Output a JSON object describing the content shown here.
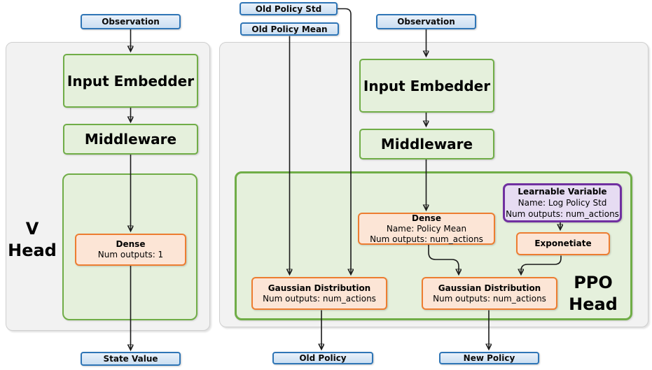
{
  "colors": {
    "green_border": "#70AD47",
    "green_fill": "#E5F0DC",
    "orange_border": "#ED7D31",
    "orange_fill": "#FCE5D6",
    "blue_border": "#2E75B6",
    "blue_fill": "#D9E7F6",
    "purple_border": "#7030A0",
    "purple_fill": "#E6DCF2",
    "panel_fill": "#F2F2F2",
    "wire": "#1a1a1a"
  },
  "v_head": {
    "label1": "V",
    "label2": "Head",
    "observation": "Observation",
    "input_embedder": "Input Embedder",
    "middleware": "Middleware",
    "dense": {
      "title": "Dense",
      "line2": "Num outputs: 1"
    },
    "output": "State Value"
  },
  "ppo_head": {
    "label1": "PPO",
    "label2": "Head",
    "old_policy_std": "Old Policy Std",
    "old_policy_mean": "Old Policy Mean",
    "observation": "Observation",
    "input_embedder": "Input Embedder",
    "middleware": "Middleware",
    "dense": {
      "title": "Dense",
      "line2": "Name: Policy Mean",
      "line3": "Num outputs: num_actions"
    },
    "learnable_variable": {
      "title": "Learnable Variable",
      "line2": "Name: Log Policy Std",
      "line3": "Num outputs: num_actions"
    },
    "exponetiate": "Exponetiate",
    "gaussian_old": {
      "title": "Gaussian Distribution",
      "line2": "Num outputs: num_actions"
    },
    "gaussian_new": {
      "title": "Gaussian Distribution",
      "line2": "Num outputs: num_actions"
    },
    "output_old": "Old Policy",
    "output_new": "New Policy"
  }
}
